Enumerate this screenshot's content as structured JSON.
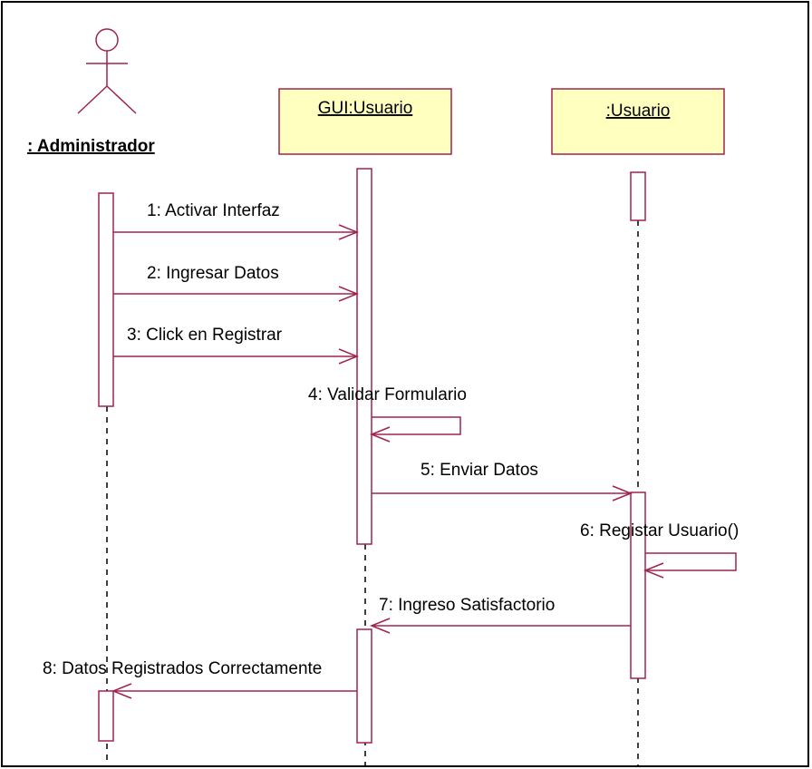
{
  "diagram": {
    "actor": {
      "label": ": Administrador",
      "icon": "stick-figure-icon"
    },
    "objects": [
      {
        "id": "gui",
        "label": "GUI:Usuario"
      },
      {
        "id": "usuario",
        "label": ":Usuario"
      }
    ],
    "messages": [
      {
        "n": 1,
        "label": "1: Activar Interfaz",
        "from": "actor",
        "to": "gui",
        "kind": "sync"
      },
      {
        "n": 2,
        "label": "2: Ingresar Datos",
        "from": "actor",
        "to": "gui",
        "kind": "sync"
      },
      {
        "n": 3,
        "label": "3: Click en Registrar",
        "from": "actor",
        "to": "gui",
        "kind": "sync"
      },
      {
        "n": 4,
        "label": "4: Validar Formulario",
        "from": "gui",
        "to": "gui",
        "kind": "self"
      },
      {
        "n": 5,
        "label": "5: Enviar Datos",
        "from": "gui",
        "to": "usuario",
        "kind": "sync"
      },
      {
        "n": 6,
        "label": "6: Registar Usuario()",
        "from": "usuario",
        "to": "usuario",
        "kind": "self"
      },
      {
        "n": 7,
        "label": "7: Ingreso Satisfactorio",
        "from": "usuario",
        "to": "gui",
        "kind": "return"
      },
      {
        "n": 8,
        "label": "8: Datos Registrados Correctamente",
        "from": "gui",
        "to": "actor",
        "kind": "return"
      }
    ],
    "colors": {
      "line": "#a0234b",
      "object_fill": "#ffffc0",
      "object_border": "#a0234b",
      "text": "#000000"
    }
  }
}
